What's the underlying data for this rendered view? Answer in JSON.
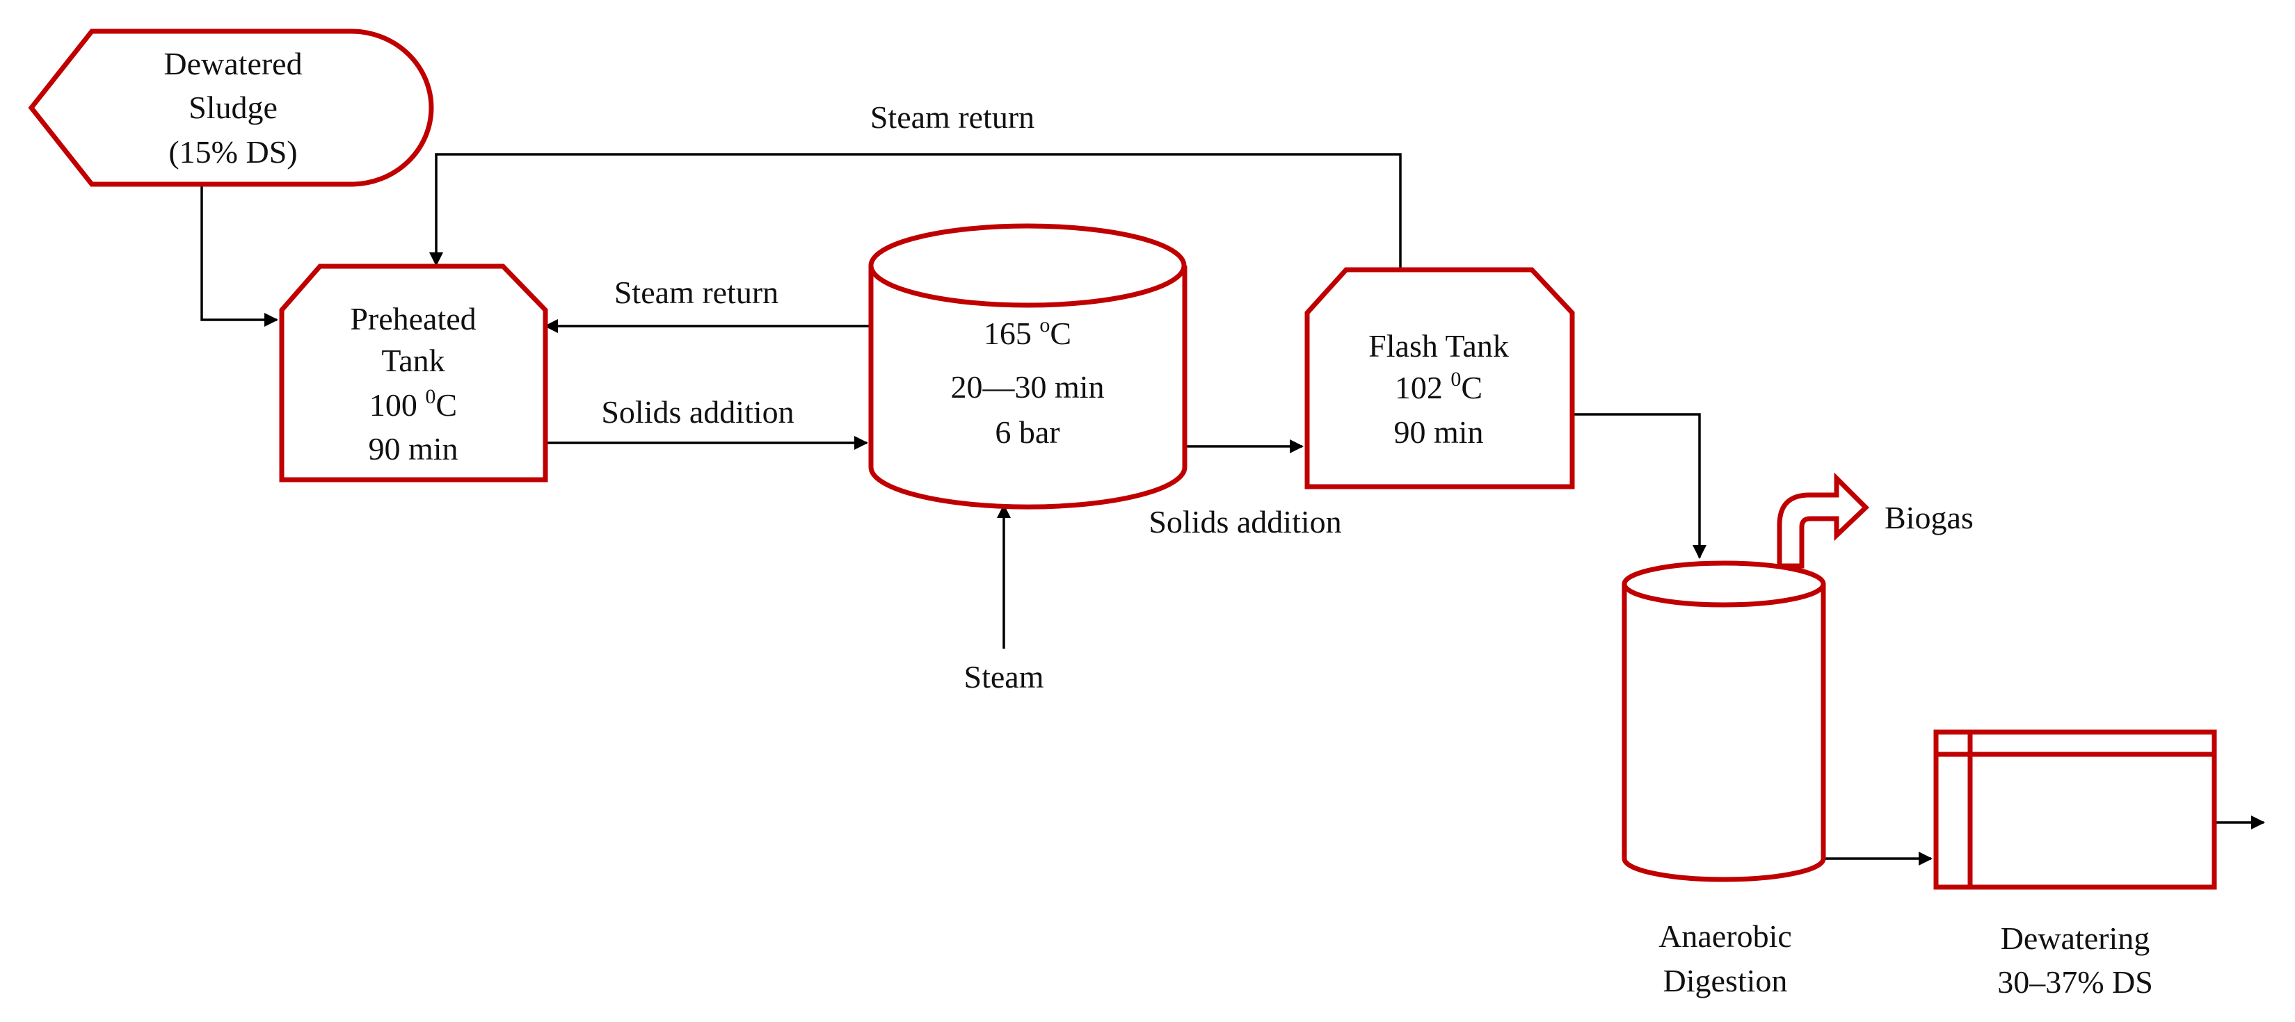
{
  "nodes": {
    "sludge": {
      "lines": [
        "Dewatered",
        "Sludge",
        "(15% DS)"
      ]
    },
    "preheat": {
      "line1": "Preheated",
      "line2": "Tank",
      "temp_value": "100 ",
      "temp_sup": "0",
      "temp_unit": "C",
      "time": "90 min"
    },
    "reactor": {
      "temp_value": "165 ",
      "temp_sup": "o",
      "temp_unit": "C",
      "time": "20—30 min",
      "pressure": "6 bar"
    },
    "flash": {
      "line1": "Flash Tank",
      "temp_value": "102 ",
      "temp_sup": "0",
      "temp_unit": "C",
      "time": "90 min"
    },
    "digester": {
      "lines": [
        "Anaerobic",
        "Digestion"
      ]
    },
    "dewatering": {
      "lines": [
        "Dewatering",
        "30–37% DS"
      ]
    }
  },
  "flows": {
    "steam_return_top": "Steam return",
    "steam_return_mid": "Steam return",
    "solids_addition_1": "Solids addition",
    "solids_addition_2": "Solids addition",
    "steam": "Steam",
    "biogas": "Biogas"
  },
  "colors": {
    "shape_stroke": "#c00000",
    "line": "#000000",
    "text": "#111111"
  }
}
